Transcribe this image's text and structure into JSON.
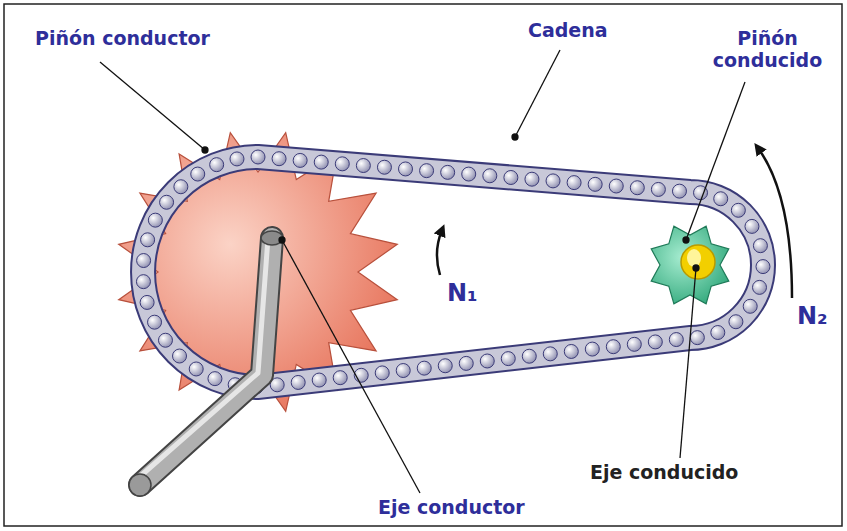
{
  "diagram": {
    "labels": [
      "Piñón conductor",
      "Cadena",
      "Piñón conducido",
      "N₁",
      "N₂",
      "Eje conducido",
      "Eje conductor"
    ]
  }
}
